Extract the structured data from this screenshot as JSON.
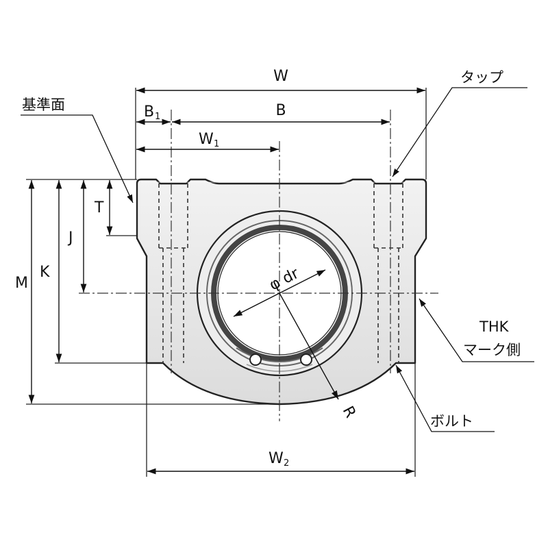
{
  "labels": {
    "W": "W",
    "B": "B",
    "B1": "B",
    "B1_sub": "1",
    "W1": "W",
    "W1_sub": "1",
    "W2": "W",
    "W2_sub": "2",
    "M": "M",
    "K": "K",
    "J": "J",
    "T": "T",
    "dr": "φ dr",
    "R": "R"
  },
  "callouts": {
    "reference_surface": "基準面",
    "tap": "タップ",
    "thk_line1": "THK",
    "thk_line2": "マーク側",
    "bolt": "ボルト"
  }
}
